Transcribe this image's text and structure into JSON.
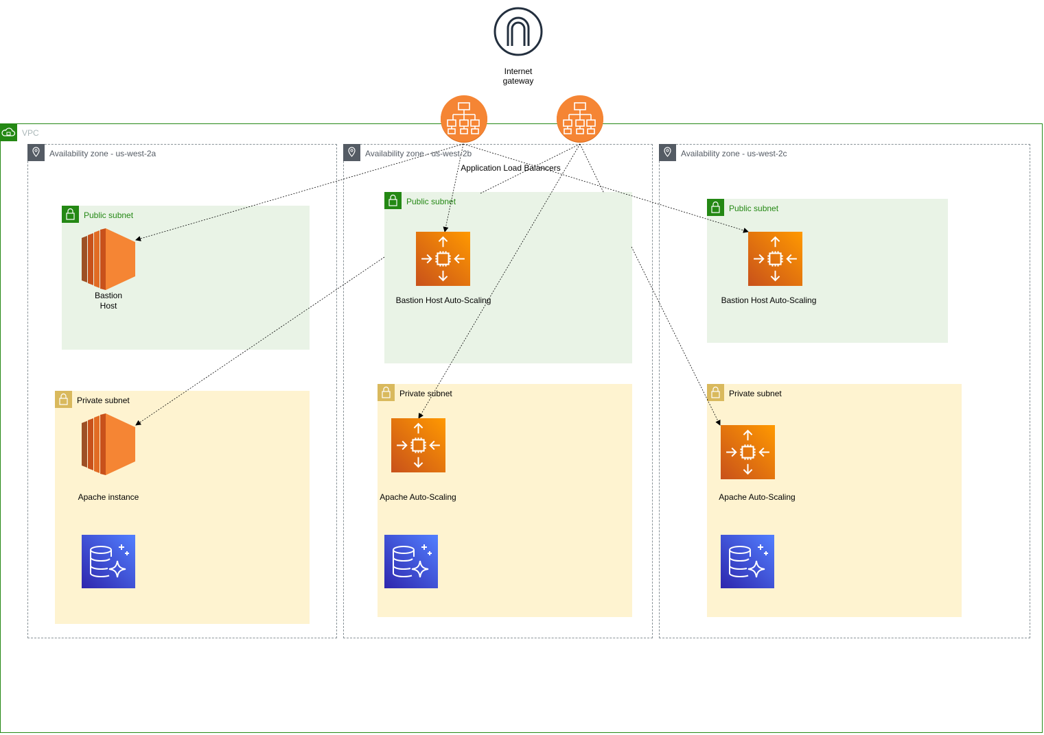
{
  "vpc": {
    "label": "VPC"
  },
  "internet_gateway": {
    "label_line1": "Internet",
    "label_line2": "gateway",
    "icon": "internet-gateway-icon"
  },
  "load_balancers": {
    "label": "Application Load Balancers",
    "icon": "application-load-balancer-icon"
  },
  "zones": [
    {
      "label": "Availability zone - us-west-2a",
      "public_subnet": {
        "label": "Public subnet",
        "node_line1": "Bastion",
        "node_line2": "Host",
        "icon": "ec2-instance-icon"
      },
      "private_subnet": {
        "label": "Private subnet",
        "node": "Apache instance",
        "icon": "ec2-instance-icon",
        "db_icon": "aurora-database-icon"
      }
    },
    {
      "label": "Availability zone - us-west-2b",
      "public_subnet": {
        "label": "Public subnet",
        "node": "Bastion Host Auto-Scaling",
        "icon": "auto-scaling-icon"
      },
      "private_subnet": {
        "label": "Private subnet",
        "node": "Apache Auto-Scaling",
        "icon": "auto-scaling-icon",
        "db_icon": "aurora-database-icon"
      }
    },
    {
      "label": "Availability zone - us-west-2c",
      "public_subnet": {
        "label": "Public subnet",
        "node": "Bastion Host Auto-Scaling",
        "icon": "auto-scaling-icon"
      },
      "private_subnet": {
        "label": "Private subnet",
        "node": "Apache Auto-Scaling",
        "icon": "auto-scaling-icon",
        "db_icon": "aurora-database-icon"
      }
    }
  ],
  "colors": {
    "vpc_border": "#248814",
    "public_fill": "#e9f3e6",
    "private_fill": "#fef3d0",
    "ec2": "#ed7100",
    "database": "#3b48cc",
    "elb": "#f58534"
  }
}
